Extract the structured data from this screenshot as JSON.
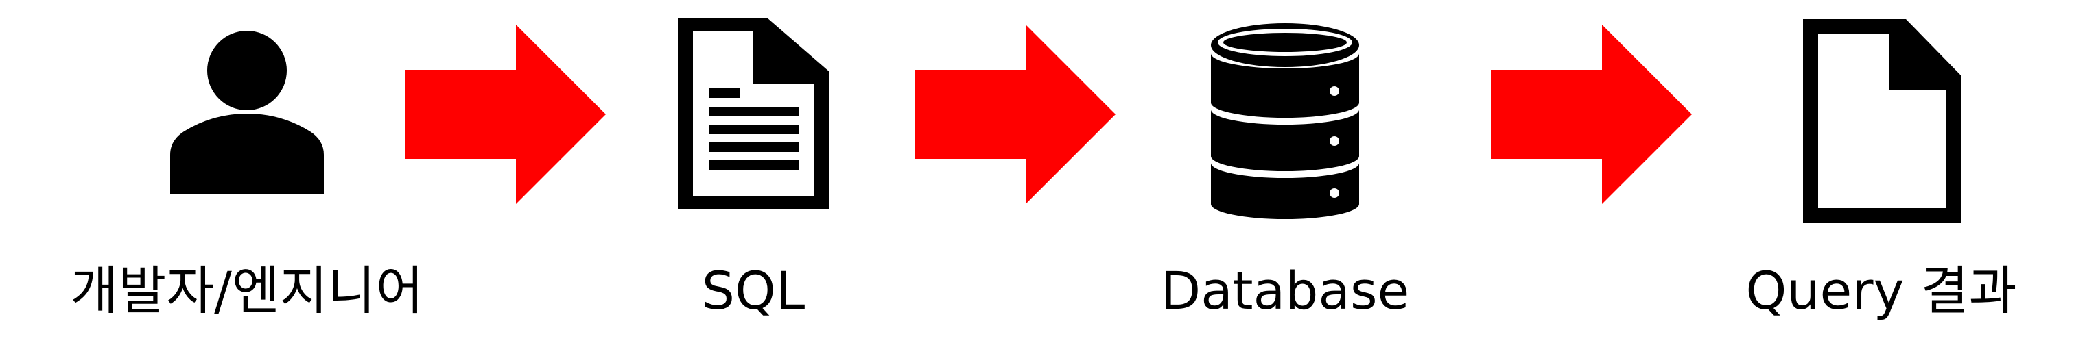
{
  "nodes": [
    {
      "id": "user",
      "label": "개발자/엔지니어",
      "icon": "user-icon"
    },
    {
      "id": "sql",
      "label": "SQL",
      "icon": "document-text-icon"
    },
    {
      "id": "db",
      "label": "Database",
      "icon": "database-icon"
    },
    {
      "id": "result",
      "label": "Query 결과",
      "icon": "document-blank-icon"
    }
  ],
  "edges": [
    {
      "from": "user",
      "to": "sql",
      "icon": "arrow-right-icon"
    },
    {
      "from": "sql",
      "to": "db",
      "icon": "arrow-right-icon"
    },
    {
      "from": "db",
      "to": "result",
      "icon": "arrow-right-icon"
    }
  ],
  "colors": {
    "arrow": "#ff0000",
    "icon": "#000000",
    "background": "#ffffff"
  }
}
